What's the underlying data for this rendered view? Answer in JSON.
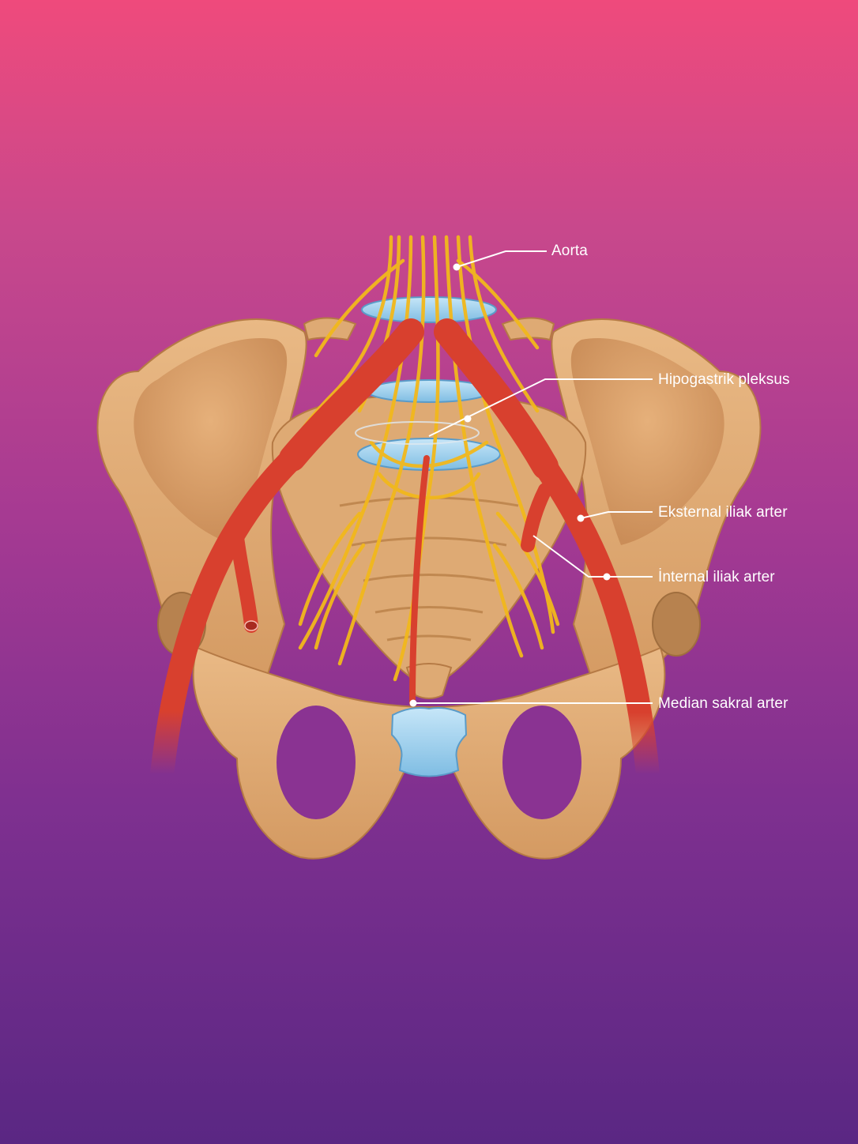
{
  "diagram": {
    "labels": {
      "aorta": "Aorta",
      "hypogastric_plexus": "Hipogastrik pleksus",
      "external_iliac": "Eksternal iliak arter",
      "internal_iliac": "İnternal iliak arter",
      "median_sacral": "Median sakral arter"
    },
    "colors": {
      "background_top": "#ef4a7c",
      "background_bottom": "#5a2783",
      "bone": "#e0aa74",
      "artery": "#d8402e",
      "nerve": "#f2b81c",
      "cartilage": "#9fd0ee",
      "leader_line": "#ffffff"
    }
  }
}
